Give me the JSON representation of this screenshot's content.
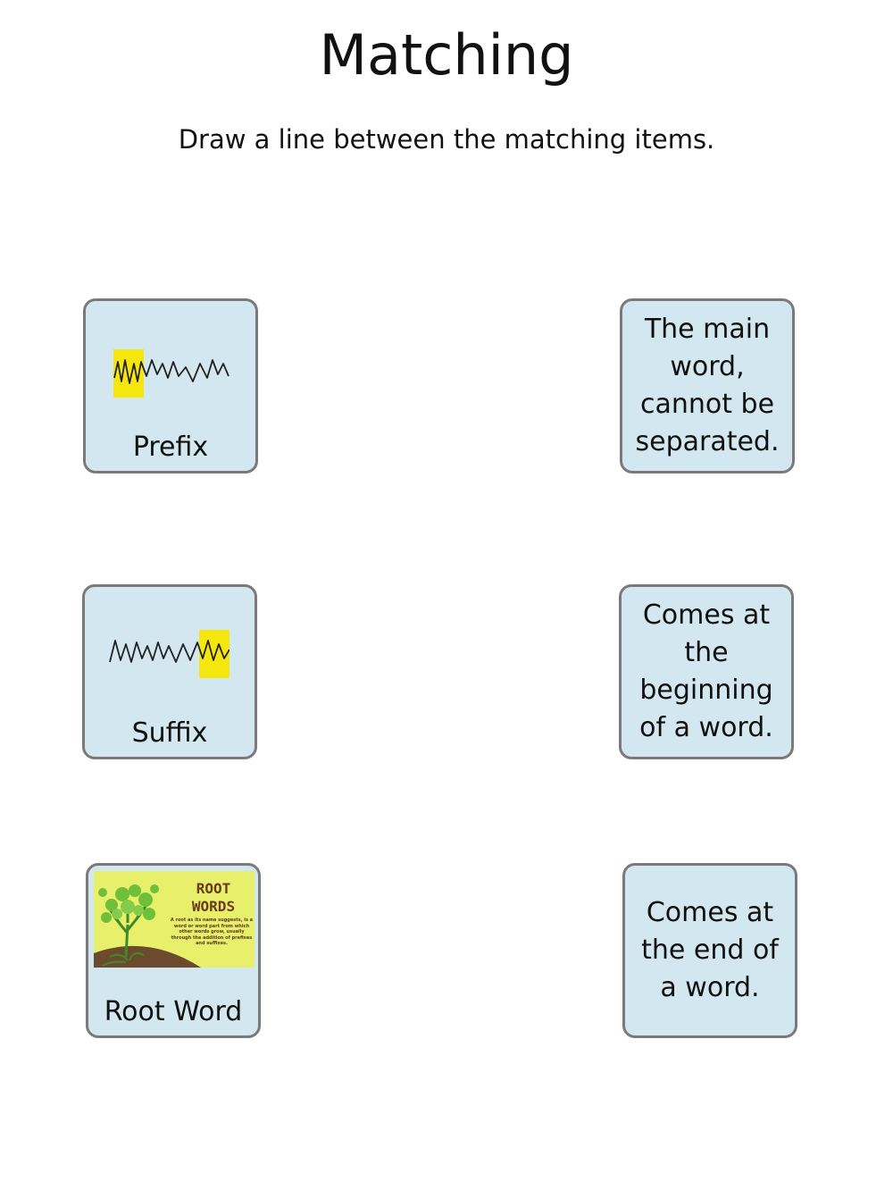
{
  "page": {
    "title": "Matching",
    "instructions": "Draw a line between the matching items."
  },
  "left_cards": [
    {
      "label": "Prefix",
      "image": "squiggle-word-start-highlighted"
    },
    {
      "label": "Suffix",
      "image": "squiggle-word-end-highlighted"
    },
    {
      "label": "Root Word",
      "image": "root-words-tree-poster"
    }
  ],
  "root_image": {
    "heading_line1": "ROOT",
    "heading_line2": "WORDS",
    "description": "A root as its name suggests, is a word or word part from which other words grow, usually through the addition of prefixes and suffixes."
  },
  "right_cards": [
    {
      "text": "The main word, cannot be separated."
    },
    {
      "text": "Comes at the beginning of a word."
    },
    {
      "text": "Comes at the end of a word."
    }
  ],
  "colors": {
    "card_fill": "#d2e7ef",
    "card_border": "#7a7a7a",
    "highlight": "#f5e70e",
    "poster_background": "#e7ef6b",
    "tree_green": "#6fbf3a",
    "soil_brown": "#6b4a2e"
  }
}
